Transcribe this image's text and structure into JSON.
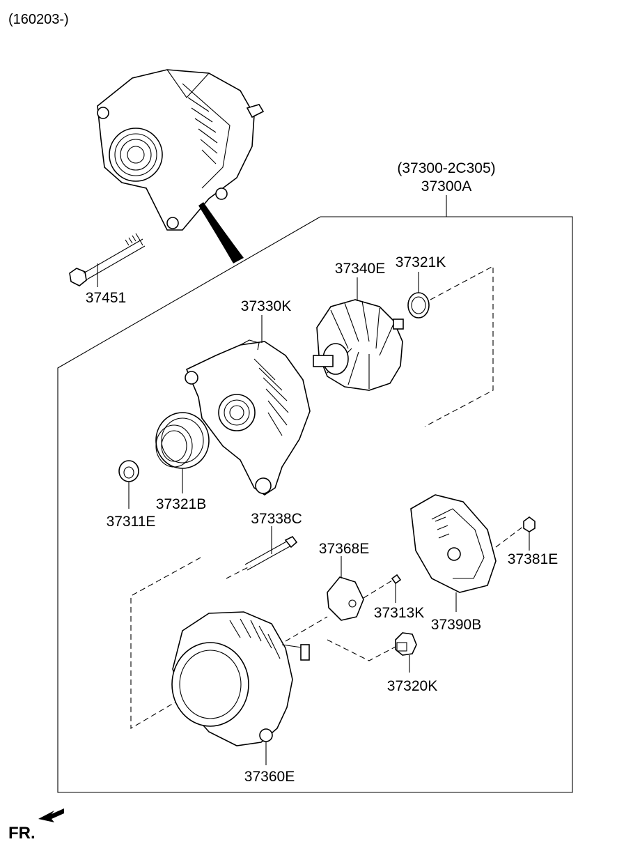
{
  "header": {
    "date_range": "(160203-)"
  },
  "assembly": {
    "alt_number": "(37300-2C305)",
    "number": "37300A"
  },
  "parts": {
    "bolt": "37451",
    "front_bracket": "37330K",
    "rotor": "37340E",
    "spacer_ring": "37321K",
    "pulley": "37321B",
    "pulley_nut": "37311E",
    "through_bolt": "37338C",
    "brush_holder": "37368E",
    "brush_screw": "37313K",
    "rear_bracket": "37360E",
    "rectifier_cover": "37390B",
    "cover_nut": "37381E",
    "terminal_cap": "37320K"
  },
  "footer": {
    "front_marker": "FR."
  }
}
